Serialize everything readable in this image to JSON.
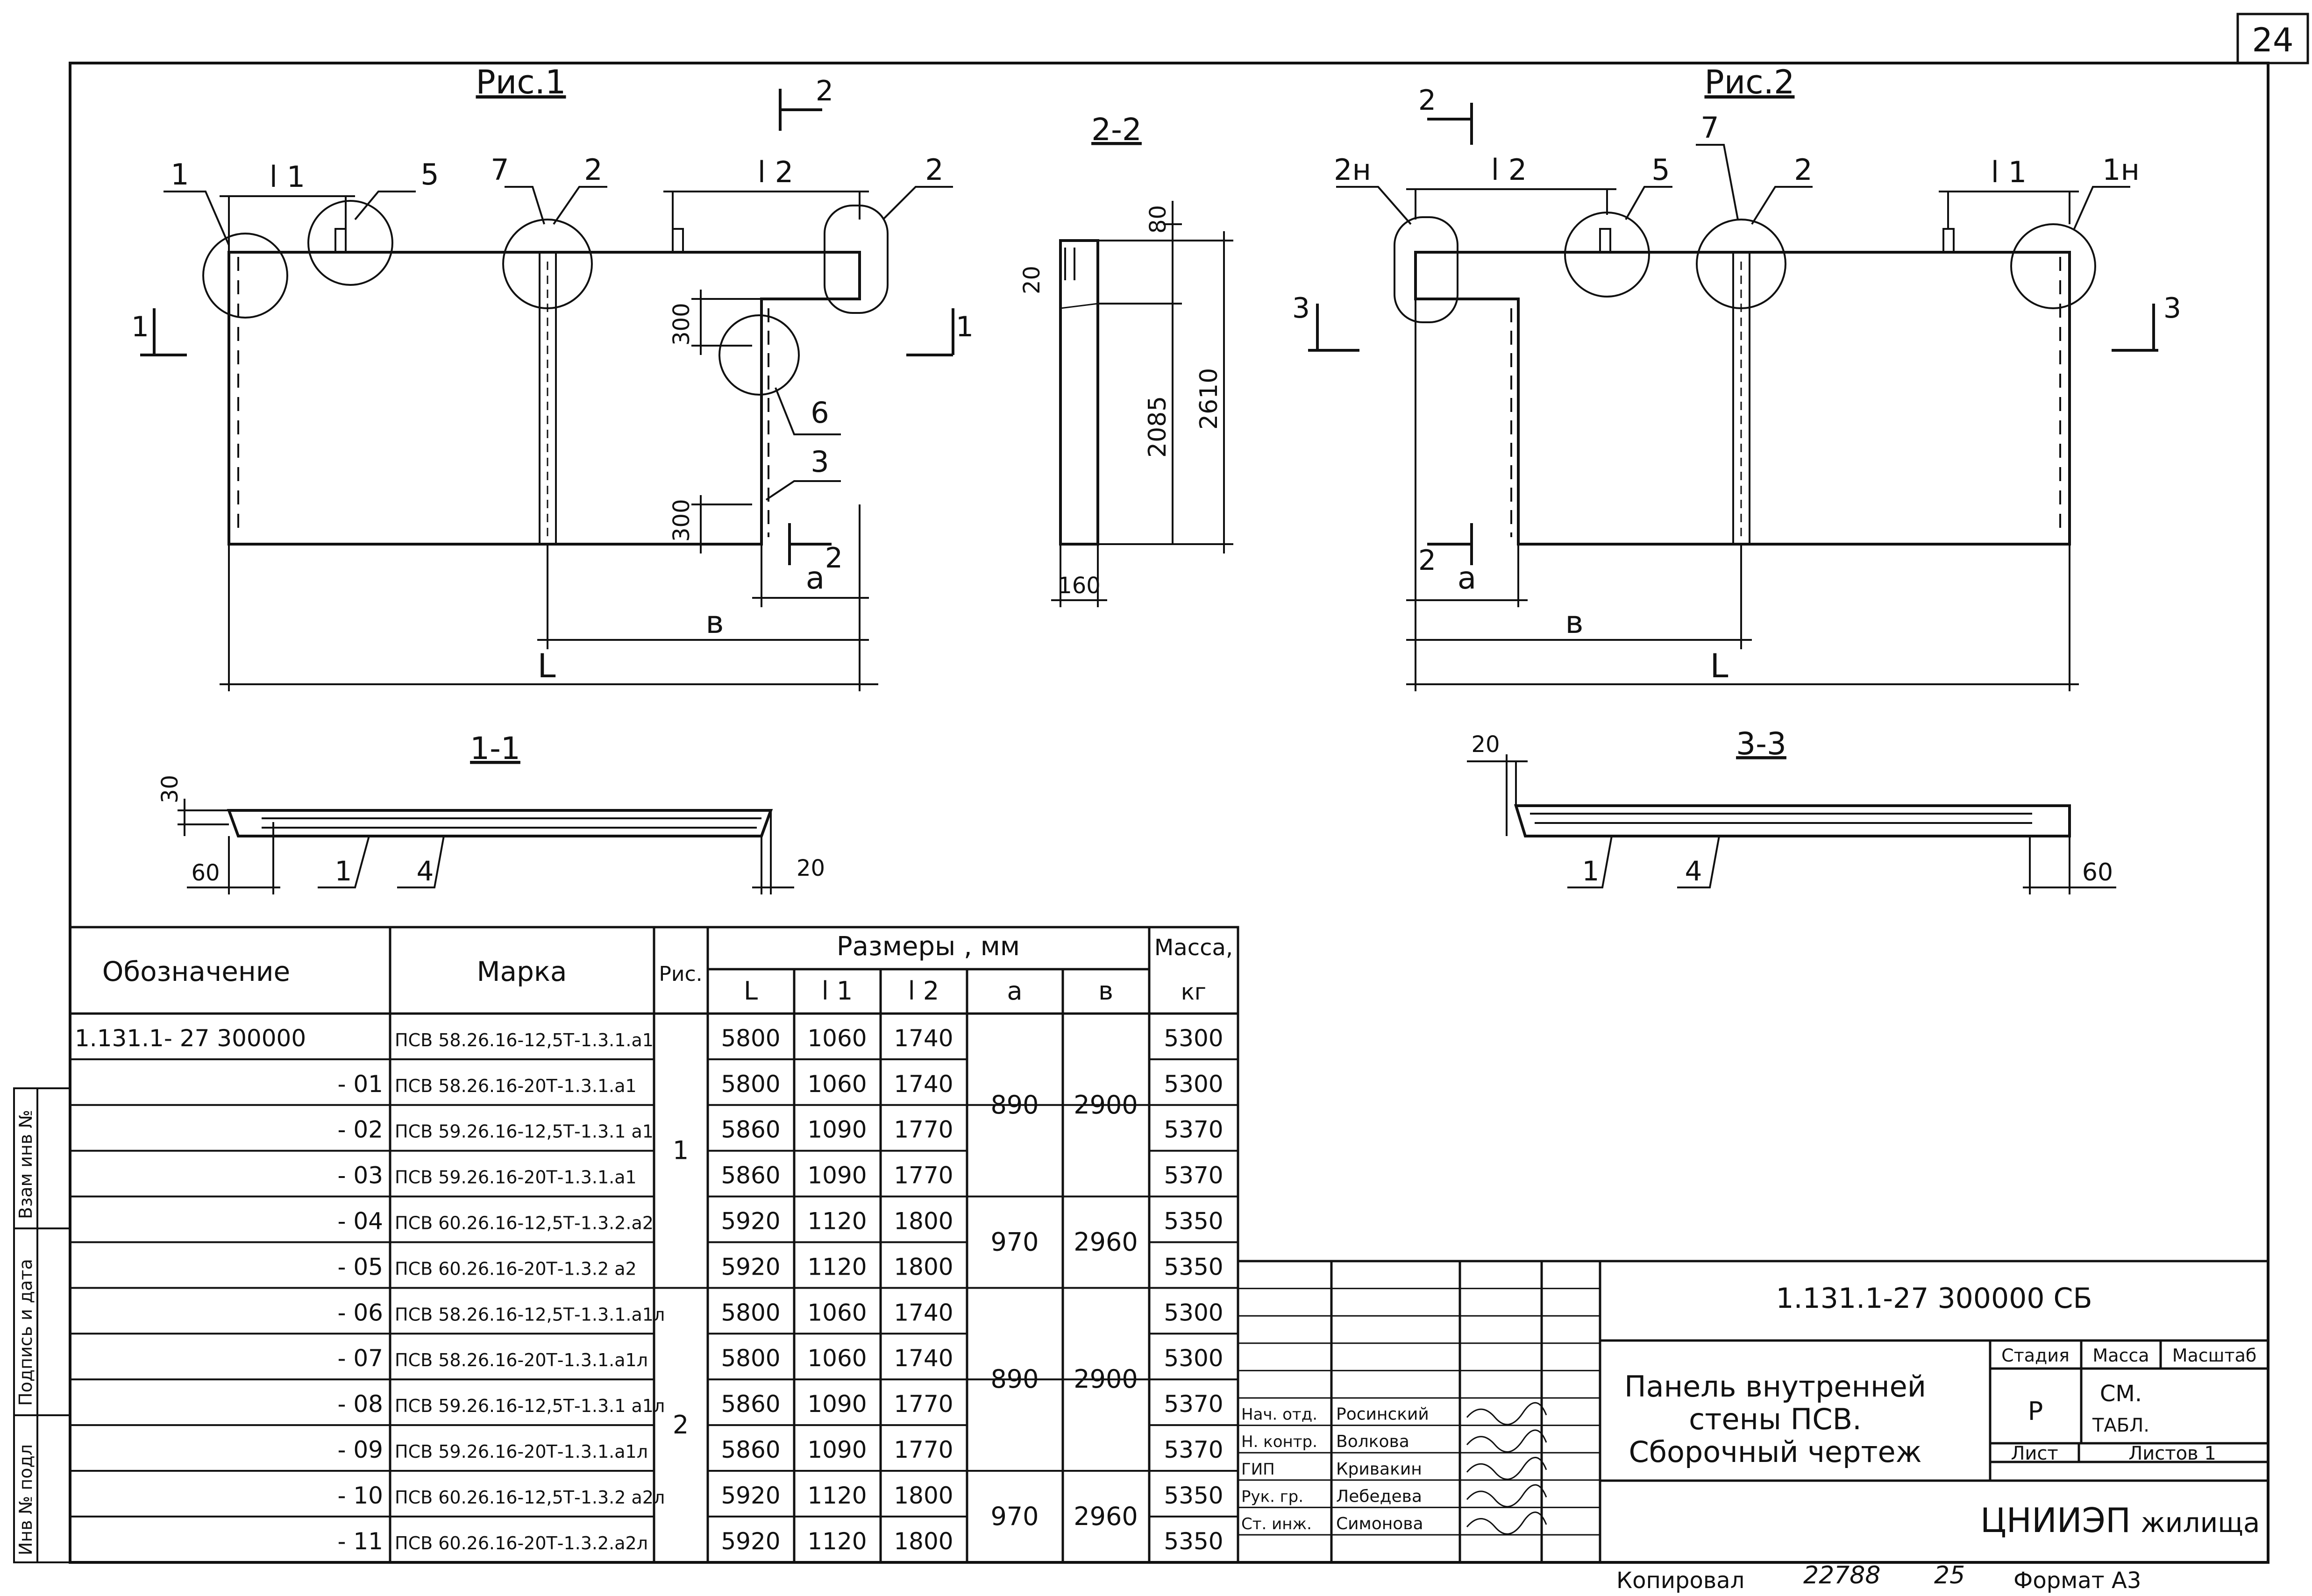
{
  "sheet_number": "24",
  "figures": {
    "fig1": {
      "title": "Рис.1",
      "dims": {
        "L1": "l 1",
        "L2": "l 2",
        "L": "L",
        "a": "a",
        "b": "в",
        "d300a": "300",
        "d300b": "300"
      },
      "callouts": [
        "1",
        "5",
        "7",
        "2",
        "2",
        "6",
        "3"
      ],
      "section_marks": [
        "1",
        "1",
        "2",
        "2"
      ]
    },
    "fig2": {
      "title": "Рис.2",
      "dims": {
        "L1": "l 1",
        "L2": "l 2",
        "L": "L",
        "a": "a",
        "b": "в"
      },
      "callouts": [
        "2н",
        "5",
        "7",
        "2",
        "1н"
      ],
      "section_marks": [
        "2",
        "2",
        "3",
        "3"
      ]
    },
    "sec22": {
      "title": "2-2",
      "dims": [
        "80",
        "20",
        "2085",
        "2610",
        "160"
      ]
    },
    "sec11": {
      "title": "1-1",
      "dims": [
        "30",
        "60",
        "20"
      ],
      "callouts": [
        "1",
        "4"
      ]
    },
    "sec33": {
      "title": "3-3",
      "dims": [
        "20",
        "60"
      ],
      "callouts": [
        "1",
        "4"
      ]
    }
  },
  "table": {
    "headers": {
      "designation": "Обозначение",
      "mark": "Марка",
      "fig": "Рис.",
      "sizes": "Размеры , мм",
      "L": "L",
      "l1": "l 1",
      "l2": "l 2",
      "a": "a",
      "b": "в",
      "mass": "Масса,",
      "mass_unit": "кг"
    },
    "rows": [
      {
        "designation": "1.131.1- 27  300000",
        "mark": "ПСВ 58.26.16-12,5Т-1.3.1.a1",
        "L": "5800",
        "l1": "1060",
        "l2": "1740",
        "mass": "5300"
      },
      {
        "designation": "- 01",
        "mark": "ПСВ 58.26.16-20Т-1.3.1.a1",
        "L": "5800",
        "l1": "1060",
        "l2": "1740",
        "mass": "5300"
      },
      {
        "designation": "- 02",
        "mark": "ПСВ 59.26.16-12,5Т-1.3.1 a1",
        "L": "5860",
        "l1": "1090",
        "l2": "1770",
        "mass": "5370"
      },
      {
        "designation": "- 03",
        "mark": "ПСВ 59.26.16-20Т-1.3.1.a1",
        "L": "5860",
        "l1": "1090",
        "l2": "1770",
        "mass": "5370"
      },
      {
        "designation": "- 04",
        "mark": "ПСВ 60.26.16-12,5Т-1.3.2.a2",
        "L": "5920",
        "l1": "1120",
        "l2": "1800",
        "mass": "5350"
      },
      {
        "designation": "- 05",
        "mark": "ПСВ 60.26.16-20Т-1.3.2 a2",
        "L": "5920",
        "l1": "1120",
        "l2": "1800",
        "mass": "5350"
      },
      {
        "designation": "- 06",
        "mark": "ПСВ 58.26.16-12,5Т-1.3.1.a1л",
        "L": "5800",
        "l1": "1060",
        "l2": "1740",
        "mass": "5300"
      },
      {
        "designation": "- 07",
        "mark": "ПСВ 58.26.16-20Т-1.3.1.a1л",
        "L": "5800",
        "l1": "1060",
        "l2": "1740",
        "mass": "5300"
      },
      {
        "designation": "- 08",
        "mark": "ПСВ 59.26.16-12,5Т-1.3.1 a1л",
        "L": "5860",
        "l1": "1090",
        "l2": "1770",
        "mass": "5370"
      },
      {
        "designation": "- 09",
        "mark": "ПСВ 59.26.16-20Т-1.3.1.a1л",
        "L": "5860",
        "l1": "1090",
        "l2": "1770",
        "mass": "5370"
      },
      {
        "designation": "- 10",
        "mark": "ПСВ 60.26.16-12,5Т-1.3.2 a2л",
        "L": "5920",
        "l1": "1120",
        "l2": "1800",
        "mass": "5350"
      },
      {
        "designation": "- 11",
        "mark": "ПСВ 60.26.16-20Т-1.3.2.a2л",
        "L": "5920",
        "l1": "1120",
        "l2": "1800",
        "mass": "5350"
      }
    ],
    "merged": {
      "fig": [
        "1",
        "2"
      ],
      "a": [
        "890",
        "970",
        "890",
        "970"
      ],
      "b": [
        "2900",
        "2960",
        "2900",
        "2960"
      ]
    }
  },
  "title_block": {
    "code": "1.131.1-27   300000 СБ",
    "title_lines": [
      "Панель внутренней",
      "стены ПСВ.",
      "Сборочный чертеж"
    ],
    "stage_label": "Стадия",
    "mass_label": "Масса",
    "scale_label": "Масштаб",
    "stage_value": "Р",
    "mass_value_1": "СМ.",
    "mass_value_2": "ТАБЛ.",
    "sheet_label": "Лист",
    "sheets_label": "Листов 1",
    "org_main": "ЦНИИЭП",
    "org_sub": "жилища",
    "roles": [
      {
        "role": "Нач. отд.",
        "name": "Росинский"
      },
      {
        "role": "Н. контр.",
        "name": "Волкова"
      },
      {
        "role": "ГИП",
        "name": "Кривакин"
      },
      {
        "role": "Рук. гр.",
        "name": "Лебедева"
      },
      {
        "role": "Ст. инж.",
        "name": "Симонова"
      }
    ]
  },
  "side_strip": [
    "Инв № подл",
    "Подпись и дата",
    "Взам инв №"
  ],
  "footer": {
    "copied": "Копировал",
    "order": "22788",
    "num": "25",
    "format": "Формат А3"
  }
}
